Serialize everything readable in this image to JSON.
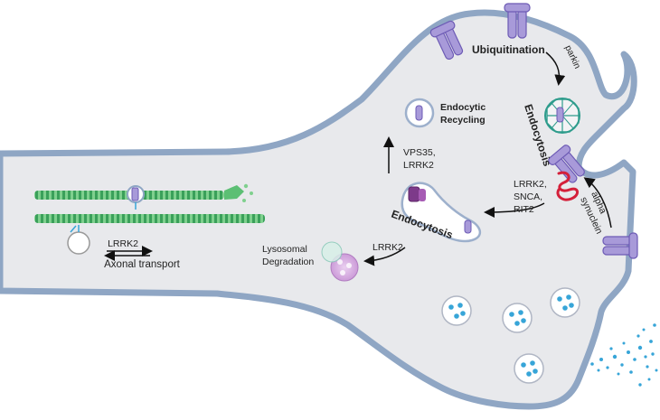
{
  "labels": {
    "ubiquitination": "Ubiquitination",
    "parkin": "parkin",
    "endocytosis_right": "Endocytosis",
    "endocytic_recycling_line1": "Endocytic",
    "endocytic_recycling_line2": "Recycling",
    "vps35_line1": "VPS35,",
    "vps35_line2": "LRRK2",
    "lrrk2_snca_line1": "LRRK2,",
    "lrrk2_snca_line2": "SNCA,",
    "lrrk2_snca_line3": "RIT2",
    "alpha_line1": "alpha",
    "alpha_line2": "synuclein",
    "endocytosis_middle": "Endocytosis",
    "lrrk2_degradation": "LRRK2",
    "lysosomal_line1": "Lysosomal",
    "lysosomal_line2": "Degradation",
    "lrrk2_axonal": "LRRK2",
    "axonal_transport": "Axonal transport"
  },
  "colors": {
    "membrane": "#8fa6c4",
    "cytoplasm": "#e8e9ec",
    "receptor": "#a89ad9",
    "receptor_dark": "#6d5bb5",
    "clathrin": "#2e9c8c",
    "alpha_synuclein": "#d4203a",
    "microtubule": "#3aa05a",
    "vesicle_dot": "#37a5d8",
    "lysosome": "#c996d6",
    "endosome_tint": "#88c9b8"
  }
}
